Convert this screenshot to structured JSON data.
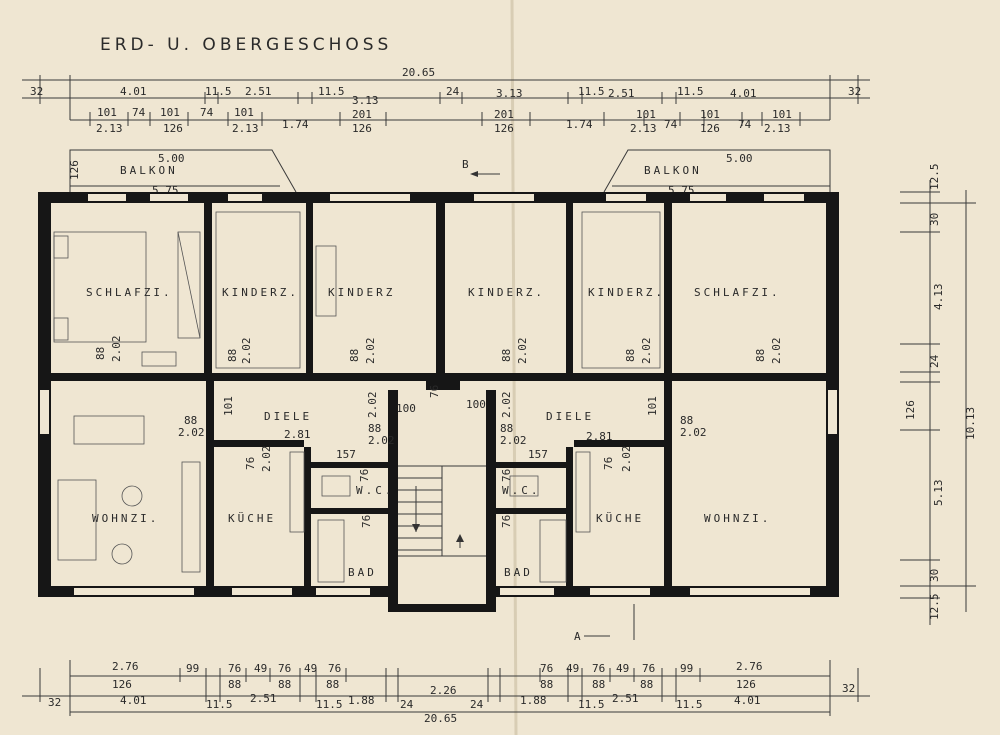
{
  "title": "ERD- U. OBERGESCHOSS",
  "rooms": {
    "schlafzi_l": "SCHLAFZI.",
    "kinderz_1": "KINDERZ.",
    "kinderz_2": "KINDERZ",
    "kinderz_3": "KINDERZ.",
    "kinderz_4": "KINDERZ.",
    "schlafzi_r": "SCHLAFZI.",
    "diele_l": "DIELE",
    "diele_r": "DIELE",
    "wohnzi_l": "WOHNZI.",
    "wohnzi_r": "WOHNZI.",
    "kueche_l": "KÜCHE",
    "kueche_r": "KÜCHE",
    "bad_l": "BAD",
    "bad_r": "BAD",
    "wc_l": "W.C.",
    "wc_r": "W.C.",
    "balkon_l": "BALKON",
    "balkon_r": "BALKON"
  },
  "markers": {
    "b": "B",
    "a": "A"
  },
  "dims_top": {
    "total": "20.65",
    "left_edge": "32",
    "right_edge": "32",
    "row1": [
      "4.01",
      "11.5",
      "2.51",
      "11.5",
      "3.13",
      "24",
      "3.13",
      "11.5",
      "2.51",
      "11.5",
      "4.01"
    ],
    "row2_top": [
      "101",
      "74",
      "101",
      "74",
      "101",
      "201",
      "201",
      "101",
      "74",
      "101",
      "74",
      "101"
    ],
    "row2_bottom": [
      "2.13",
      "126",
      "2.13",
      "1.74",
      "126",
      "126",
      "1.74",
      "2.13",
      "126",
      "2.13"
    ]
  },
  "dims_bottom": {
    "total": "20.65",
    "left_edge": "32",
    "right_edge": "32",
    "row1_top": [
      "2.76",
      "99",
      "76",
      "49",
      "76",
      "49",
      "76",
      "76",
      "49",
      "76",
      "49",
      "76",
      "99",
      "2.76"
    ],
    "row1_bottom": [
      "126",
      "88",
      "88",
      "88",
      "88",
      "88",
      "88",
      "126"
    ],
    "row2": [
      "4.01",
      "11.5",
      "2.51",
      "11.5",
      "1.88",
      "24",
      "2.26",
      "24",
      "1.88",
      "11.5",
      "2.51",
      "11.5",
      "4.01"
    ]
  },
  "dims_right": {
    "total": "10.13",
    "segments": [
      "12.5",
      "30",
      "4.13",
      "24",
      "126",
      "5.13",
      "30",
      "12.5"
    ]
  },
  "balcony": {
    "left_depth": "126",
    "left_w_top": "5.00",
    "left_w_bottom": "5.75",
    "right_w_top": "5.00",
    "right_w_bottom": "5.75"
  },
  "doors": {
    "d88": "88",
    "d202": "2.02",
    "d101": "101",
    "d76": "76",
    "d157": "157",
    "d100": "100",
    "diele_len": "2.81"
  }
}
